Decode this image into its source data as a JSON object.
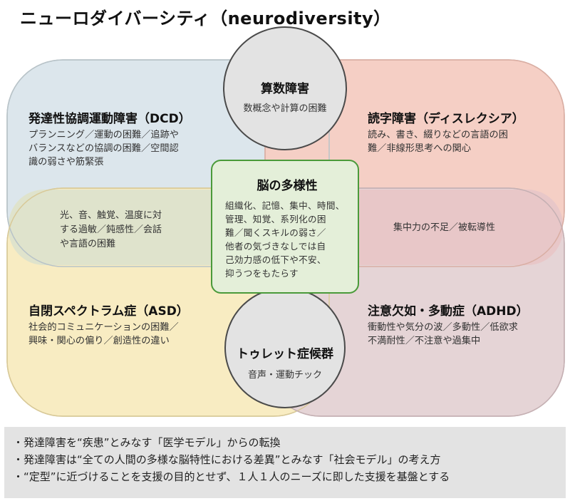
{
  "title": "ニューロダイバーシティ（neurodiversity）",
  "quadrants": {
    "dcd": {
      "title": "発達性協調運動障害（DCD）",
      "lines": [
        "プランニング／運動の困難／追跡や",
        "バランスなどの協調の困難／空間認",
        "識の弱さや筋緊張"
      ],
      "color": "#dce6ec"
    },
    "dyslexia": {
      "title": "読字障害（ディスレクシア）",
      "lines": [
        "読み、書き、綴りなどの言語の困",
        "難／非線形思考への関心"
      ],
      "color": "#f5cfc5"
    },
    "asd": {
      "title": "自閉スペクトラム症（ASD）",
      "lines": [
        "社会的コミュニケーションの困難／",
        "興味・関心の偏り／創造性の違い"
      ],
      "color": "#f8ecc2"
    },
    "adhd": {
      "title": "注意欠如・多動症（ADHD）",
      "lines": [
        "衝動性や気分の波／多動性／低欲求",
        "不満耐性／不注意や過集中"
      ],
      "color": "#e5d4d6"
    }
  },
  "overlaps": {
    "left": [
      "光、音、触覚、温度に対",
      "する過敏／鈍感性／会話",
      "や言語の困難"
    ],
    "right": [
      "集中力の不足／被転導性"
    ]
  },
  "circles": {
    "top": {
      "title": "算数障害",
      "subtitle": "数概念や計算の困難"
    },
    "bottom": {
      "title": "トゥレット症候群",
      "subtitle": "音声・運動チック"
    }
  },
  "center": {
    "title": "脳の多様性",
    "lines": [
      "組織化、記憶、集中、時間、",
      "管理、知覚、系列化の困",
      "難／聞くスキルの弱さ／",
      "他者の気づきなしでは自",
      "己効力感の低下や不安、",
      "抑うつをもたらす"
    ]
  },
  "bullets": [
    "・発達障害を“疾患”とみなす「医学モデル」からの転換",
    "・発達障害は“全ての人間の多様な脳特性における差異”とみなす「社会モデル」の考え方",
    "・“定型”に近づけることを支援の目的とせず、１人１人のニーズに即した支援を基盤とする"
  ]
}
